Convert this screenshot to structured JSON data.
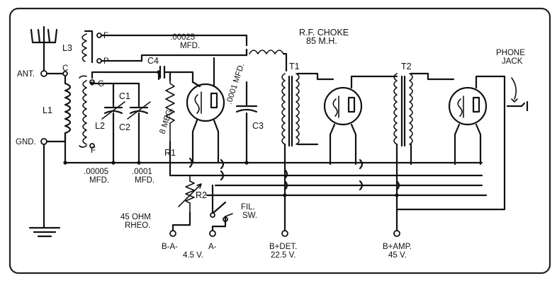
{
  "labels": {
    "antenna": "ANT.",
    "ground": "GND.",
    "l3": "L3",
    "l1": "L1",
    "l2": "L2",
    "f_top": "F",
    "p_top": "P",
    "c_node": "C",
    "g_node": "G",
    "f_bottom": "F",
    "c4": "C4",
    "c4_value_1": ".00025",
    "c4_value_2": "MFD.",
    "c1": "C1",
    "c2": "C2",
    "c3": "C3",
    "c3_value": ".0001 MFD.",
    "r1": "R1",
    "r1_value": "8 MEG.",
    "c1_value_1": ".00005",
    "c1_value_2": "MFD.",
    "c2_value_1": ".0001",
    "c2_value_2": "MFD.",
    "rf_choke_1": "R.F. CHOKE",
    "rf_choke_2": "85 M.H.",
    "t1": "T1",
    "t2": "T2",
    "phone_jack_1": "PHONE",
    "phone_jack_2": "JACK",
    "r2": "R2",
    "rheo_1": "45 OHM",
    "rheo_2": "RHEO.",
    "fil_sw_1": "FIL.",
    "fil_sw_2": "SW.",
    "b_a_minus": "B-A-",
    "v45": "4.5 V.",
    "a_minus": "A-",
    "b_det": "B+DET.",
    "v225": "22.5 V.",
    "b_amp": "B+AMP.",
    "v45b": "45 V."
  }
}
